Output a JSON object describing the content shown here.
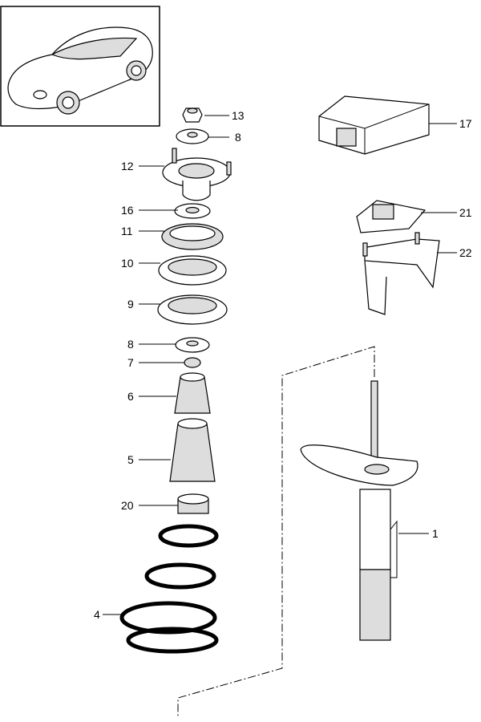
{
  "diagram": {
    "thumbnail": "car-thumbnail",
    "callouts": [
      {
        "id": "c13",
        "label": "13",
        "part": "nut"
      },
      {
        "id": "c8a",
        "label": "8",
        "part": "washer-top"
      },
      {
        "id": "c12",
        "label": "12",
        "part": "strut-mount"
      },
      {
        "id": "c16",
        "label": "16",
        "part": "washer-small"
      },
      {
        "id": "c11",
        "label": "11",
        "part": "bearing"
      },
      {
        "id": "c10",
        "label": "10",
        "part": "spring-seat-upper"
      },
      {
        "id": "c9",
        "label": "9",
        "part": "spring-pad"
      },
      {
        "id": "c8b",
        "label": "8",
        "part": "washer-lower"
      },
      {
        "id": "c7",
        "label": "7",
        "part": "spacer"
      },
      {
        "id": "c6",
        "label": "6",
        "part": "bump-stop"
      },
      {
        "id": "c5",
        "label": "5",
        "part": "dust-boot"
      },
      {
        "id": "c20",
        "label": "20",
        "part": "bump-stop-ring"
      },
      {
        "id": "c4",
        "label": "4",
        "part": "coil-spring"
      },
      {
        "id": "c17",
        "label": "17",
        "part": "control-unit"
      },
      {
        "id": "c21",
        "label": "21",
        "part": "sensor"
      },
      {
        "id": "c22",
        "label": "22",
        "part": "bracket"
      },
      {
        "id": "c1",
        "label": "1",
        "part": "shock-absorber"
      }
    ]
  }
}
